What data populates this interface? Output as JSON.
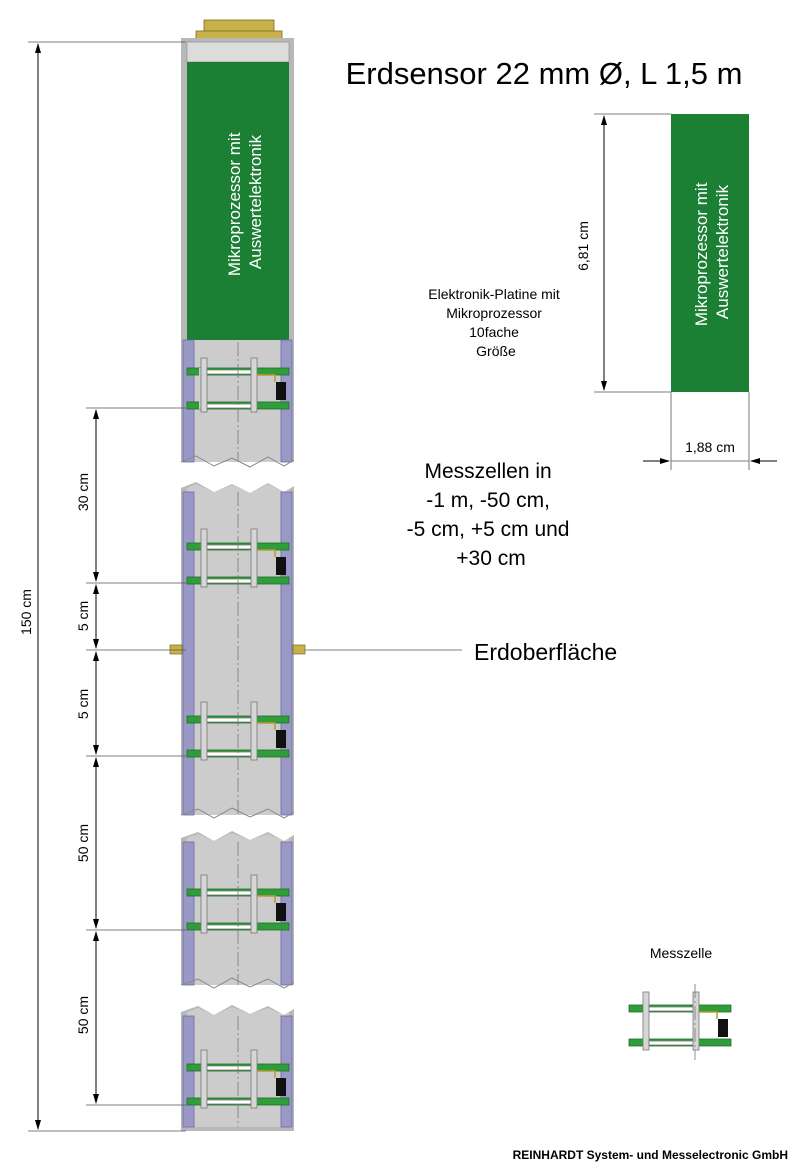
{
  "title": "Erdsensor 22 mm Ø, L 1,5 m",
  "electronics_block_label": [
    "Mikroprozessor mit",
    "Auswertelektronik"
  ],
  "electronics_block_label_zoom": [
    "Mikroprozessor mit",
    "Auswertelektronik"
  ],
  "platine_note": [
    "Elektronik-Platine mit",
    "Mikroprozessor",
    "10fache",
    "Größe"
  ],
  "zoom_height_label": "6,81 cm",
  "zoom_width_label": "1,88 cm",
  "measure_cells_note": [
    "Messzellen in",
    "-1 m, -50 cm,",
    "-5 cm, +5 cm und",
    "+30 cm"
  ],
  "ground_surface_label": "Erdoberfläche",
  "total_length_label": "150 cm",
  "section_dims": [
    {
      "label": "30 cm"
    },
    {
      "label": "5 cm"
    },
    {
      "label": "5 cm"
    },
    {
      "label": "50 cm"
    },
    {
      "label": "50 cm"
    }
  ],
  "cell_detail_label": "Messzelle",
  "footer": "REINHARDT System- und Messelectronic GmbH",
  "colors": {
    "pcb_green": "#2f9e3a",
    "block_green": "#1b7f34",
    "tube_gray": "#cccccc",
    "wall_purple": "#9a98c6",
    "cap_gold": "#c8b14a"
  }
}
